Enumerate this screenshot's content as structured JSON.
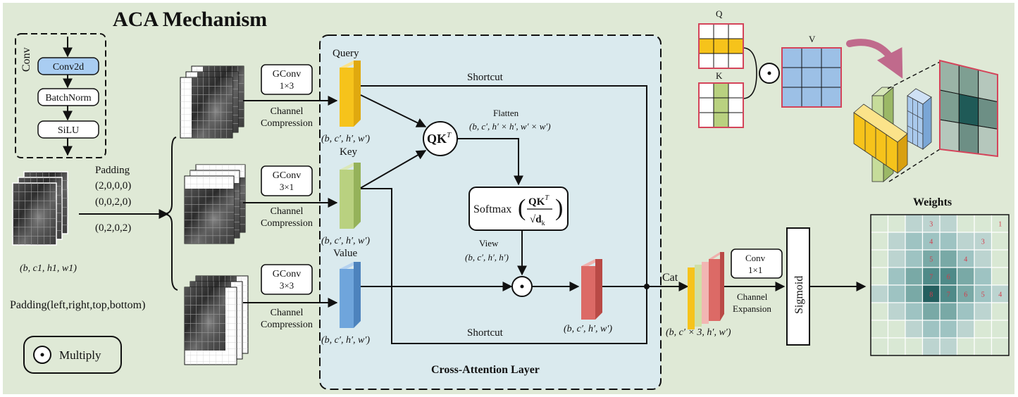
{
  "title": "ACA Mechanism",
  "conv_block": {
    "side_label": "Conv",
    "steps": [
      "Conv2d",
      "BatchNorm",
      "SiLU"
    ]
  },
  "input": {
    "shape": "(b, c1, h1, w1)",
    "padding_title": "Padding",
    "paddings": [
      "(2,0,0,0)",
      "(0,0,2,0)",
      "(0,2,0,2)"
    ],
    "padding_legend": "Padding(left,right,top,bottom)"
  },
  "legend": {
    "multiply_label": "Multiply"
  },
  "branches": [
    {
      "gconv": "GConv",
      "kernel": "1×3",
      "compression": [
        "Channel",
        "Compression"
      ],
      "name": "Query",
      "shape": "(b, c′, h′, w′)"
    },
    {
      "gconv": "GConv",
      "kernel": "3×1",
      "compression": [
        "Channel",
        "Compression"
      ],
      "name": "Key",
      "shape": "(b, c′, h′, w′)"
    },
    {
      "gconv": "GConv",
      "kernel": "3×3",
      "compression": [
        "Channel",
        "Compression"
      ],
      "name": "Value",
      "shape": "(b, c′, h′, w′)"
    }
  ],
  "attention": {
    "qk_label": "QK",
    "qk_sup": "T",
    "flatten": "Flatten",
    "flatten_shape": "(b, c′, h′ × h′, w′ × w′)",
    "softmax": "Softmax",
    "softmax_num": "QK",
    "softmax_den": "√d",
    "softmax_den_sub": "k",
    "view": "View",
    "view_shape": "(b, c′, h′, h′)",
    "output_shape": "(b, c′, h′, w′)",
    "shortcut_top": "Shortcut",
    "shortcut_bottom": "Shortcut",
    "layer_title": "Cross-Attention Layer"
  },
  "concat": {
    "label": "Cat",
    "shape": "(b, c′ × 3, h′, w′)",
    "conv": "Conv",
    "conv_kernel": "1×1",
    "expansion": [
      "Channel",
      "Expansion"
    ],
    "sigmoid": "Sigmoid"
  },
  "illustration": {
    "q": "Q",
    "k": "K",
    "v": "V"
  },
  "weights": {
    "title": "Weights",
    "numbers": [
      {
        "text": "3",
        "r": 0,
        "c": 3
      },
      {
        "text": "1",
        "r": 0,
        "c": 7
      },
      {
        "text": "4",
        "r": 1,
        "c": 3
      },
      {
        "text": "3",
        "r": 1,
        "c": 6
      },
      {
        "text": "5",
        "r": 2,
        "c": 3
      },
      {
        "text": "4",
        "r": 2,
        "c": 5
      },
      {
        "text": "7",
        "r": 3,
        "c": 3
      },
      {
        "text": "6",
        "r": 3,
        "c": 4
      },
      {
        "text": "8",
        "r": 4,
        "c": 3
      },
      {
        "text": "7",
        "r": 4,
        "c": 4
      },
      {
        "text": "6",
        "r": 4,
        "c": 5
      },
      {
        "text": "5",
        "r": 4,
        "c": 6
      },
      {
        "text": "4",
        "r": 4,
        "c": 7
      }
    ],
    "number_color": "#d23c4a"
  },
  "colors": {
    "background": "#dfe9d6",
    "attention_bg": "#daeaee",
    "query": "#f6c31b",
    "key": "#b9d180",
    "value": "#6fa5dc",
    "output": "#dc6a66",
    "conv2d": "#a9cdf2",
    "arrow_curve": "#c06a8c"
  }
}
